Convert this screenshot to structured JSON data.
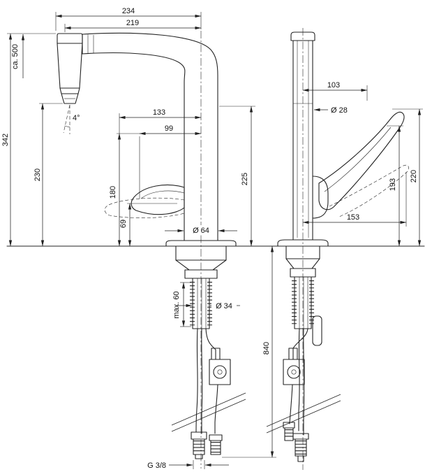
{
  "drawing": {
    "side": {
      "reach_total": "234",
      "reach_spout": "219",
      "pullout_hose": "ca. 500",
      "height_total": "342",
      "height_outlet": "230",
      "spray_angle": "4°",
      "handle_reach_open": "133",
      "handle_reach": "99",
      "handle_height": "180",
      "handle_clearance": "69",
      "spout_height": "225",
      "base_diameter": "Ø 64",
      "shank_diameter": "Ø 34",
      "mounting_max": "max. 60",
      "hose_length": "840",
      "thread": "G 3/8"
    },
    "front": {
      "handle_offset": "103",
      "body_diameter": "Ø 28",
      "height_handle_tip": "220",
      "height_handle": "193",
      "handle_reach": "153"
    }
  }
}
